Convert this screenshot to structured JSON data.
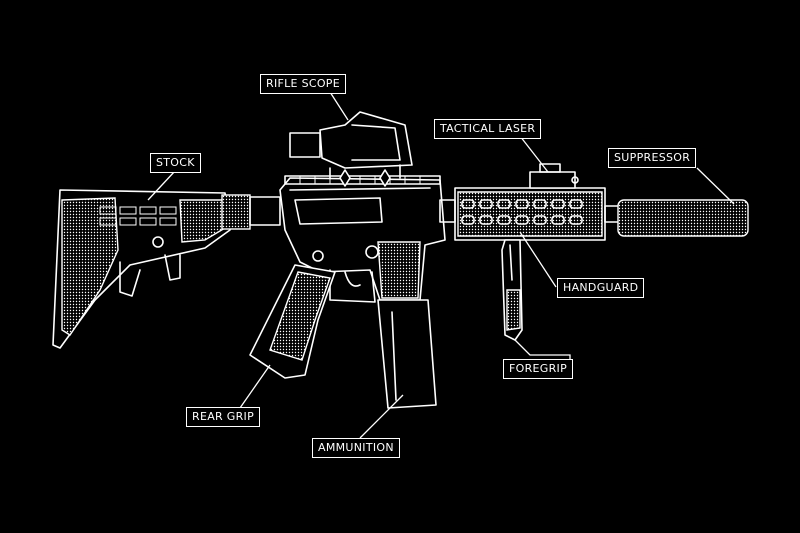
{
  "labels": {
    "rifle_scope": "RIFLE SCOPE",
    "stock": "STOCK",
    "tactical_laser": "TACTICAL LASER",
    "suppressor": "SUPPRESSOR",
    "handguard": "HANDGUARD",
    "foregrip": "FOREGRIP",
    "rear_grip": "REAR GRIP",
    "ammunition": "AMMUNITION"
  },
  "colors": {
    "background": "#000000",
    "line": "#ffffff"
  }
}
